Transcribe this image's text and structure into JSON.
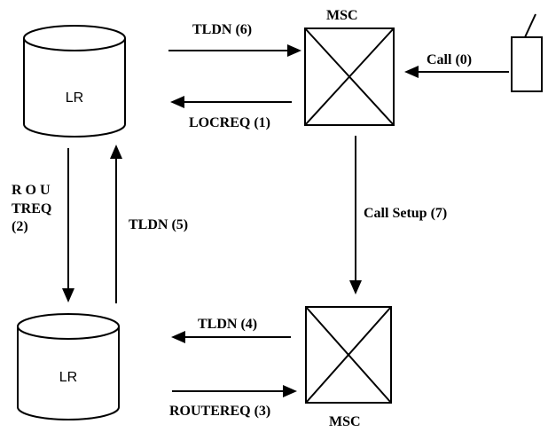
{
  "labels": {
    "msc_top": "MSC",
    "msc_bottom": "MSC",
    "lr_top": "LR",
    "lr_bottom": "LR",
    "tldn6": "TLDN (6)",
    "locreq1": "LOCREQ (1)",
    "call0": "Call (0)",
    "routreq_line1": "R O U",
    "routreq_line2": "TREQ",
    "routreq_line3": "(2)",
    "tldn5": "TLDN (5)",
    "call_setup7": "Call  Setup (7)",
    "tldn4": "TLDN (4)",
    "routereq3": "ROUTEREQ (3)"
  }
}
